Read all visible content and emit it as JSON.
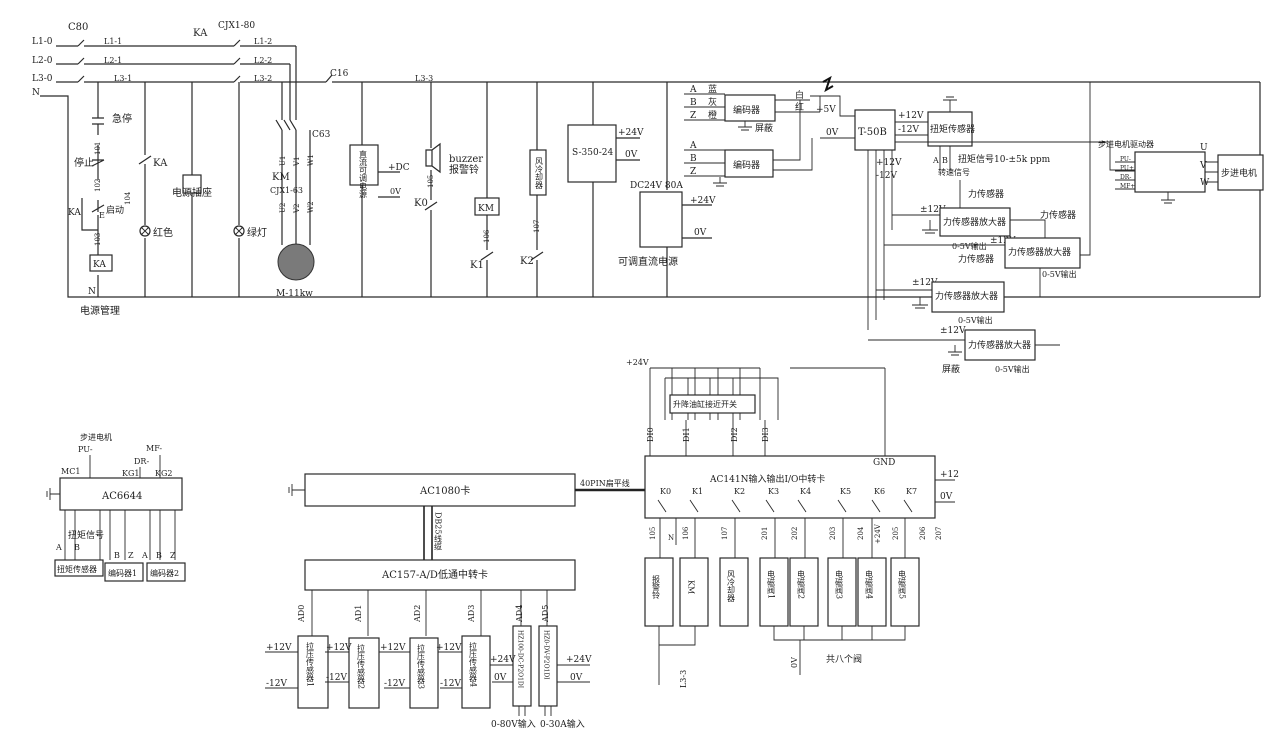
{
  "power": {
    "lines_in": [
      "L1-0",
      "L2-0",
      "L3-0",
      "N"
    ],
    "lines_a": [
      "L1-1",
      "L2-1",
      "L3-1"
    ],
    "lines_b": [
      "L1-2",
      "L2-2",
      "L3-2"
    ],
    "breaker": "C80",
    "contactor": "KA",
    "contactor_model": "CJX1-80",
    "c16": "C16",
    "l3_3": "L3-3"
  },
  "mgmt": {
    "estop": "急停",
    "stop": "停止",
    "start": "启动",
    "ka": "KA",
    "n101": "101",
    "n102": "102",
    "n103": "103",
    "n104": "104",
    "red": "红色",
    "socket": "电源插座",
    "green": "绿灯",
    "n": "N",
    "e": "E",
    "title": "电源管理"
  },
  "motor": {
    "c63": "C63",
    "km": "KM",
    "model": "CJX1-63",
    "u1": "U1",
    "v1": "V1",
    "w1": "W1",
    "u2": "U2",
    "v2": "V2",
    "w2": "W2",
    "label": "M-11kw"
  },
  "adj_psu": {
    "label": "直流可调电源",
    "dc": "+DC",
    "v0": "0V"
  },
  "buzzer": {
    "label": "buzzer",
    "cn": "报警铃",
    "n105": "105",
    "k0": "K0"
  },
  "km_coil": {
    "label": "KM",
    "n106": "106",
    "k1": "K1"
  },
  "fan": {
    "label": "风冷却器",
    "n107": "107",
    "k2": "K2"
  },
  "s350": {
    "label": "S-350-24",
    "p24": "+24V",
    "v0": "0V"
  },
  "dc24": {
    "title": "DC24V 80A",
    "p24": "+24V",
    "v0": "0V",
    "caption": "可调直流电源"
  },
  "enc_top": {
    "a": "A",
    "b": "B",
    "z": "Z",
    "ac": "蓝",
    "bc": "灰",
    "zc": "橙",
    "label1": "编码器",
    "shield": "屏蔽",
    "label2": "编码器",
    "white": "白",
    "red": "红",
    "p5v": "+5V",
    "v0": "0V"
  },
  "t50b": {
    "label": "T-50B",
    "p12": "+12V",
    "m12": "-12V",
    "p12b": "+12V",
    "m12b": "-12V",
    "torque": "扭矩传感器",
    "speed": "转速信号",
    "ta": "A",
    "tb": "B",
    "sig": "扭矩信号10-±5k ppm"
  },
  "stepper": {
    "driver": "步进电机驱动器",
    "motor": "步进电机",
    "u": "U",
    "v": "V",
    "w": "W",
    "pu": "PU-",
    "pu2": "PU+",
    "dr": "DR-",
    "mf": "MF+"
  },
  "force": {
    "sensor": "力传感器",
    "amp": "力传感器放大器",
    "pm12": "±12V",
    "out": "0-5V输出",
    "shield": "屏蔽"
  },
  "ac6644": {
    "title": "步进电机",
    "label": "AC6644",
    "pu": "PU-",
    "mf": "MF-",
    "mc1": "MC1",
    "dr": "DR-",
    "kg1": "KG1",
    "kg2": "KG2",
    "sig": "扭矩信号",
    "a": "A",
    "b": "B",
    "z": "Z",
    "torque": "扭矩传感器",
    "enc1": "编码器1",
    "enc2": "编码器2"
  },
  "ac1080": {
    "label": "AC1080卡",
    "cable": "40PIN扁平线",
    "db25": "DB25线缆"
  },
  "ac157": {
    "label": "AC157-A/D低通中转卡",
    "ads": [
      "AD0",
      "AD1",
      "AD2",
      "AD3",
      "AD4",
      "AD5"
    ],
    "p12": "+12V",
    "m12": "-12V",
    "p24": "+24V",
    "v0": "0V",
    "sensors": [
      "拉压传感器1",
      "拉压传感器2",
      "拉压传感器3",
      "拉压传感器4"
    ],
    "vs1": "HZ100-DC-P2O1DI",
    "vs2": "HZ0-DV-P2O1DI",
    "in1": "0-80V输入",
    "in2": "0-30A输入"
  },
  "ac141n": {
    "label": "AC141N输入输出I/O中转卡",
    "gnd": "GND",
    "p12": "+12",
    "v0": "0V",
    "p24": "+24V",
    "dis": [
      "DI0",
      "DI1",
      "DI2",
      "DI3"
    ],
    "switch": "升降油缸接近开关",
    "ks": [
      "K0",
      "K1",
      "K2",
      "K3",
      "K4",
      "K5",
      "K6",
      "K7"
    ],
    "nums": [
      "105",
      "106",
      "107",
      "201",
      "202",
      "203",
      "204",
      "205",
      "206",
      "207"
    ],
    "n": "N",
    "p24v": "+24V",
    "outs": [
      "报警铃",
      "KM",
      "风冷却器",
      "电磁阀1",
      "电磁阀2",
      "电磁阀3",
      "电磁阀4",
      "电磁阀5"
    ],
    "l33": "L3-3",
    "ov": "0V",
    "total": "共八个阀"
  }
}
